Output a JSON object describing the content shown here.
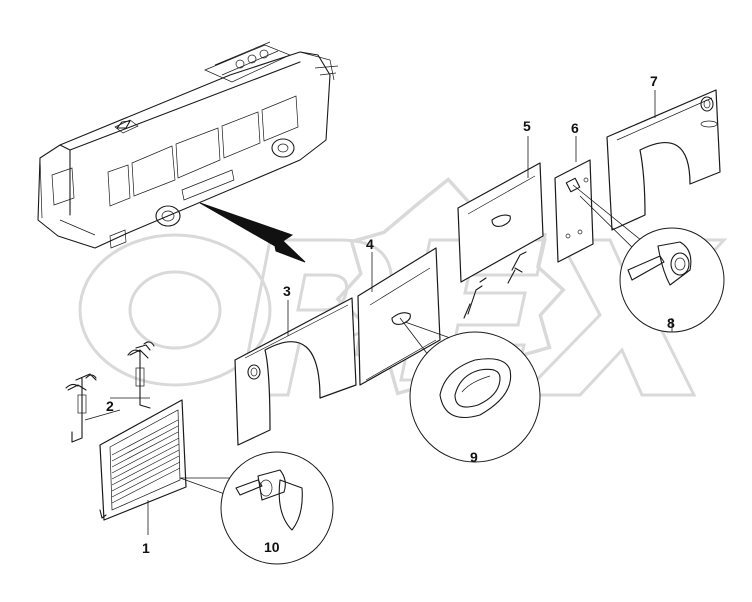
{
  "watermark": {
    "text": "OPEX",
    "color": "#d9d9d9"
  },
  "parts": [
    {
      "id": "1",
      "label": "1"
    },
    {
      "id": "2",
      "label": "2"
    },
    {
      "id": "3",
      "label": "3"
    },
    {
      "id": "4",
      "label": "4"
    },
    {
      "id": "5",
      "label": "5"
    },
    {
      "id": "6",
      "label": "6"
    },
    {
      "id": "7",
      "label": "7"
    },
    {
      "id": "8",
      "label": "8"
    },
    {
      "id": "9",
      "label": "9"
    },
    {
      "id": "10",
      "label": "10"
    }
  ],
  "colors": {
    "line": "#1a1a1a",
    "background": "#ffffff",
    "watermark": "#d9d9d9"
  }
}
